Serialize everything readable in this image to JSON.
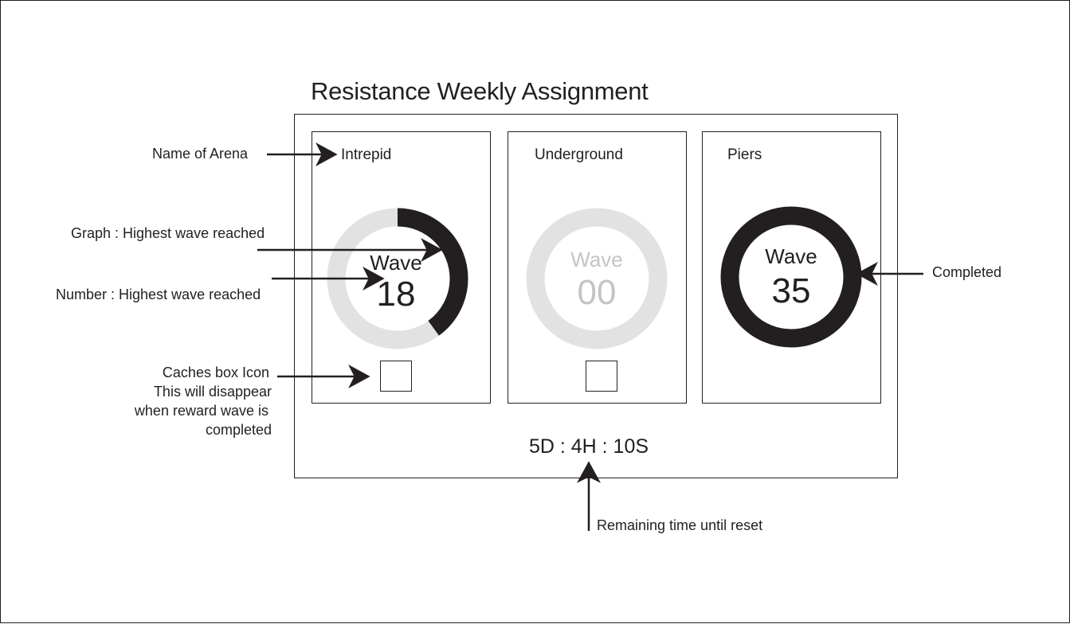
{
  "title": "Resistance Weekly Assignment",
  "arenas": [
    {
      "name": "Intrepid",
      "wave_label": "Wave",
      "wave_value": "18",
      "progress": 0.4,
      "state": "in-progress",
      "has_cache": true
    },
    {
      "name": "Underground",
      "wave_label": "Wave",
      "wave_value": "00",
      "progress": 0,
      "state": "not-started",
      "has_cache": true
    },
    {
      "name": "Piers",
      "wave_label": "Wave",
      "wave_value": "35",
      "progress": 1.0,
      "state": "completed",
      "has_cache": false
    }
  ],
  "timer": "5D : 4H : 10S",
  "annotations": {
    "name_of_arena": "Name of Arena",
    "graph": "Graph : Highest wave reached",
    "number": "Number :  Highest wave reached",
    "cache_line1": "Caches box Icon",
    "cache_line2": "This will disappear",
    "cache_line3": "when reward wave is",
    "cache_line4": "completed",
    "completed": "Completed",
    "remaining": "Remaining time until reset"
  },
  "colors": {
    "ink": "#231f20",
    "track": "#e2e2e2",
    "muted_text": "#c4c4c4"
  }
}
